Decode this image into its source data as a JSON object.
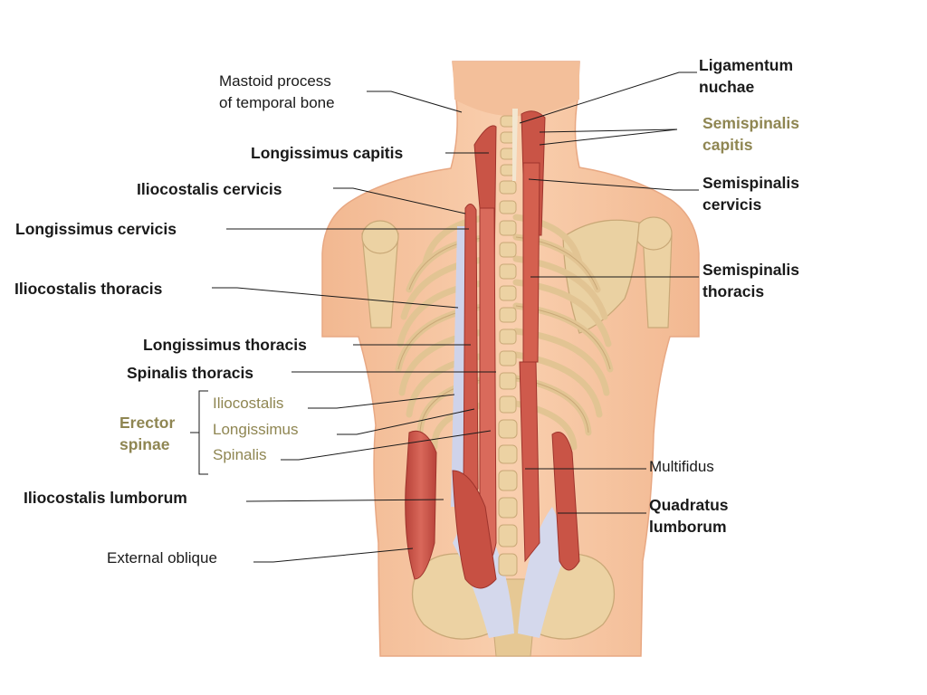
{
  "colors": {
    "skin": "#f7c6a1",
    "skin_shadow": "#eaa883",
    "bone": "#e9cf9f",
    "bone_shadow": "#c9a877",
    "muscle": "#cf5a4c",
    "muscle_dark": "#a8382f",
    "tendon": "#c9cde6",
    "olive_label": "#8f8652",
    "leader": "#1a1a1a"
  },
  "labels": {
    "mastoid": {
      "line1": "Mastoid process",
      "line2": "of temporal bone"
    },
    "longissimus_capitis": "Longissimus capitis",
    "iliocostalis_cervicis": "Iliocostalis cervicis",
    "longissimus_cervicis": "Longissimus cervicis",
    "iliocostalis_thoracis": "Iliocostalis thoracis",
    "longissimus_thoracis": "Longissimus thoracis",
    "spinalis_thoracis": "Spinalis thoracis",
    "erector_spinae": {
      "line1": "Erector",
      "line2": "spinae"
    },
    "es_iliocostalis": "Iliocostalis",
    "es_longissimus": "Longissimus",
    "es_spinalis": "Spinalis",
    "iliocostalis_lumborum": "Iliocostalis lumborum",
    "external_oblique": "External oblique",
    "ligamentum_nuchae": {
      "line1": "Ligamentum",
      "line2": "nuchae"
    },
    "semispinalis_capitis": {
      "line1": "Semispinalis",
      "line2": "capitis"
    },
    "semispinalis_cervicis": {
      "line1": "Semispinalis",
      "line2": "cervicis"
    },
    "semispinalis_thoracis": {
      "line1": "Semispinalis",
      "line2": "thoracis"
    },
    "multifidus": "Multifidus",
    "quadratus_lumborum": {
      "line1": "Quadratus",
      "line2": "lumborum"
    }
  }
}
